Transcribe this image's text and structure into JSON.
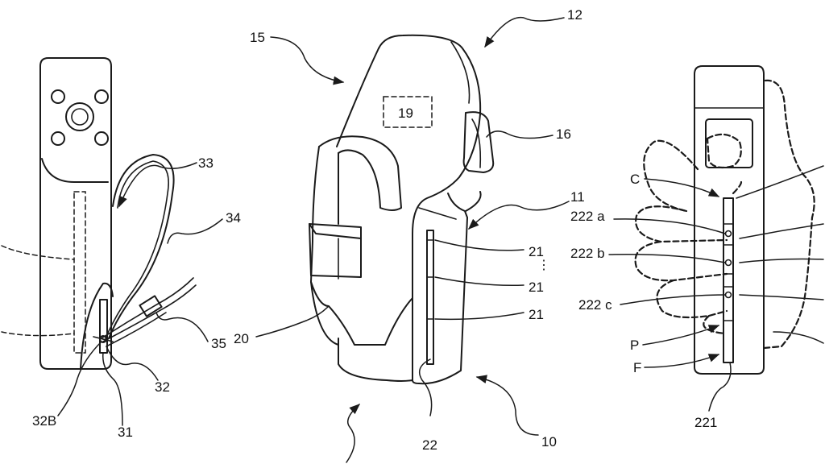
{
  "labels": {
    "l10": "10",
    "l11": "11",
    "l12": "12",
    "l15": "15",
    "l16": "16",
    "l19": "19",
    "l20": "20",
    "l21a": "21",
    "l21b": "21",
    "l21c": "21",
    "l22": "22",
    "l31": "31",
    "l32": "32",
    "l32b": "32B",
    "l33": "33",
    "l34": "34",
    "l35": "35",
    "lC": "C",
    "l222a": "222 a",
    "l222b": "222 b",
    "l222c": "222 c",
    "lP": "P",
    "lF": "F",
    "l221": "221"
  },
  "colors": {
    "ink": "#1a1a1a",
    "background": "#ffffff"
  }
}
